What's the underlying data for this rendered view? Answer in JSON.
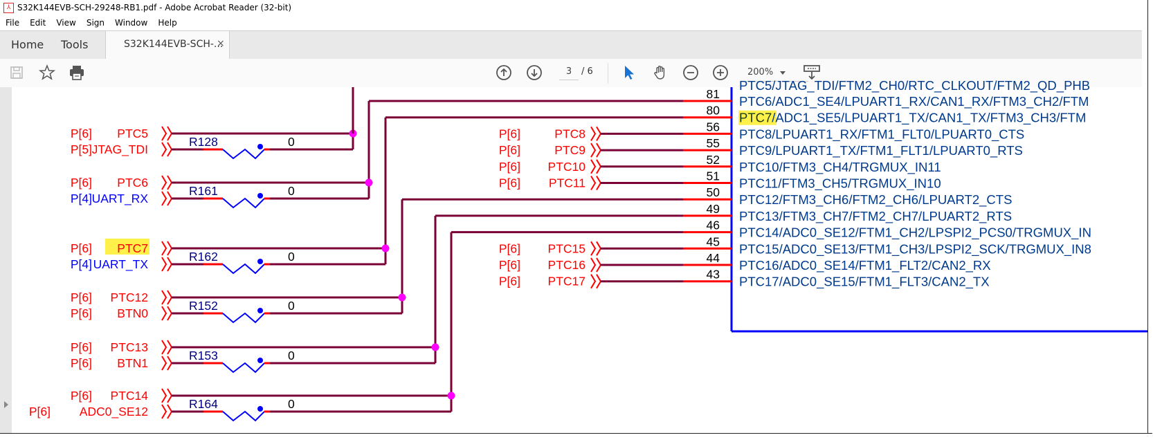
{
  "window": {
    "title": "S32K144EVB-SCH-29248-RB1.pdf - Adobe Acrobat Reader (32-bit)"
  },
  "menu": [
    "File",
    "Edit",
    "View",
    "Sign",
    "Window",
    "Help"
  ],
  "tabs": {
    "home": "Home",
    "tools": "Tools",
    "document": "S32K144EVB-SCH-...",
    "close": "×"
  },
  "toolbar": {
    "icons": [
      "save-icon",
      "bookmark-star-icon",
      "print-icon",
      "page-up-icon",
      "page-down-icon",
      "select-cursor-icon",
      "hand-pan-icon",
      "zoom-out-icon",
      "zoom-in-icon",
      "keyboard-read-mode-icon"
    ],
    "page_current": "3",
    "page_total": "/ 6",
    "zoom": "200%"
  },
  "schematic": {
    "colors": {
      "net_label": "#ff0000",
      "uart_label": "#0000ff",
      "wire": "#7a0035",
      "pin_stub": "#ff0000",
      "ic_border": "#0000ff",
      "ic_text": "#003a8c",
      "junction": "#ff00ff",
      "resistor": "#0000ff",
      "highlight": "#fff04a"
    },
    "left_groups": [
      {
        "top": {
          "page": "P[6]",
          "net": "PTC5"
        },
        "bottom": {
          "page": "P[5]",
          "net": "JTAG_TDI",
          "color": "red"
        },
        "resistor": "R128",
        "value": "0",
        "highlight": false
      },
      {
        "top": {
          "page": "P[6]",
          "net": "PTC6"
        },
        "bottom": {
          "page": "P[4]",
          "net": "UART_RX",
          "color": "blue"
        },
        "resistor": "R161",
        "value": "0",
        "highlight": false
      },
      {
        "top": {
          "page": "P[6]",
          "net": "PTC7"
        },
        "bottom": {
          "page": "P[4]",
          "net": "UART_TX",
          "color": "blue"
        },
        "resistor": "R162",
        "value": "0",
        "highlight": true
      },
      {
        "top": {
          "page": "P[6]",
          "net": "PTC12"
        },
        "bottom": {
          "page": "P[6]",
          "net": "BTN0",
          "color": "red"
        },
        "resistor": "R152",
        "value": "0",
        "highlight": false
      },
      {
        "top": {
          "page": "P[6]",
          "net": "PTC13"
        },
        "bottom": {
          "page": "P[6]",
          "net": "BTN1",
          "color": "red"
        },
        "resistor": "R153",
        "value": "0",
        "highlight": false
      },
      {
        "top": {
          "page": "P[6]",
          "net": "PTC14"
        },
        "bottom": {
          "page": "P[6]",
          "net": "ADC0_SE12",
          "color": "red"
        },
        "resistor": "R164",
        "value": "0",
        "highlight": false
      }
    ],
    "middle_labels": [
      {
        "page": "P[6]",
        "net": "PTC8",
        "pin_index": 2
      },
      {
        "page": "P[6]",
        "net": "PTC9",
        "pin_index": 3
      },
      {
        "page": "P[6]",
        "net": "PTC10",
        "pin_index": 4
      },
      {
        "page": "P[6]",
        "net": "PTC11",
        "pin_index": 5
      },
      {
        "page": "P[6]",
        "net": "PTC15",
        "pin_index": 9
      },
      {
        "page": "P[6]",
        "net": "PTC16",
        "pin_index": 10
      },
      {
        "page": "P[6]",
        "net": "PTC17",
        "pin_index": 11
      }
    ],
    "pins": [
      {
        "number": "81",
        "function": "PTC6/ADC1_SE4/LPUART1_RX/CAN1_RX/FTM3_CH2/FTM"
      },
      {
        "number": "80",
        "function_highlight": "PTC7",
        "function": "/ADC1_SE5/LPUART1_TX/CAN1_TX/FTM3_CH3/FTM"
      },
      {
        "number": "56",
        "function": "PTC8/LPUART1_RX/FTM1_FLT0/LPUART0_CTS"
      },
      {
        "number": "55",
        "function": "PTC9/LPUART1_TX/FTM1_FLT1/LPUART0_RTS"
      },
      {
        "number": "52",
        "function": "PTC10/FTM3_CH4/TRGMUX_IN11"
      },
      {
        "number": "51",
        "function": "PTC11/FTM3_CH5/TRGMUX_IN10"
      },
      {
        "number": "50",
        "function": "PTC12/FTM3_CH6/FTM2_CH6/LPUART2_CTS"
      },
      {
        "number": "49",
        "function": "PTC13/FTM3_CH7/FTM2_CH7/LPUART2_RTS"
      },
      {
        "number": "46",
        "function": "PTC14/ADC0_SE12/FTM1_CH2/LPSPI2_PCS0/TRGMUX_IN"
      },
      {
        "number": "45",
        "function": "PTC15/ADC0_SE13/FTM1_CH3/LPSPI2_SCK/TRGMUX_IN8"
      },
      {
        "number": "44",
        "function": "PTC16/ADC0_SE14/FTM1_FLT2/CAN2_RX"
      },
      {
        "number": "43",
        "function": "PTC17/ADC0_SE15/FTM1_FLT3/CAN2_TX"
      }
    ],
    "clipped_top_function": "PTC5/JTAG_TDI/FTM2_CH0/RTC_CLKOUT/FTM2_QD_PHB"
  }
}
